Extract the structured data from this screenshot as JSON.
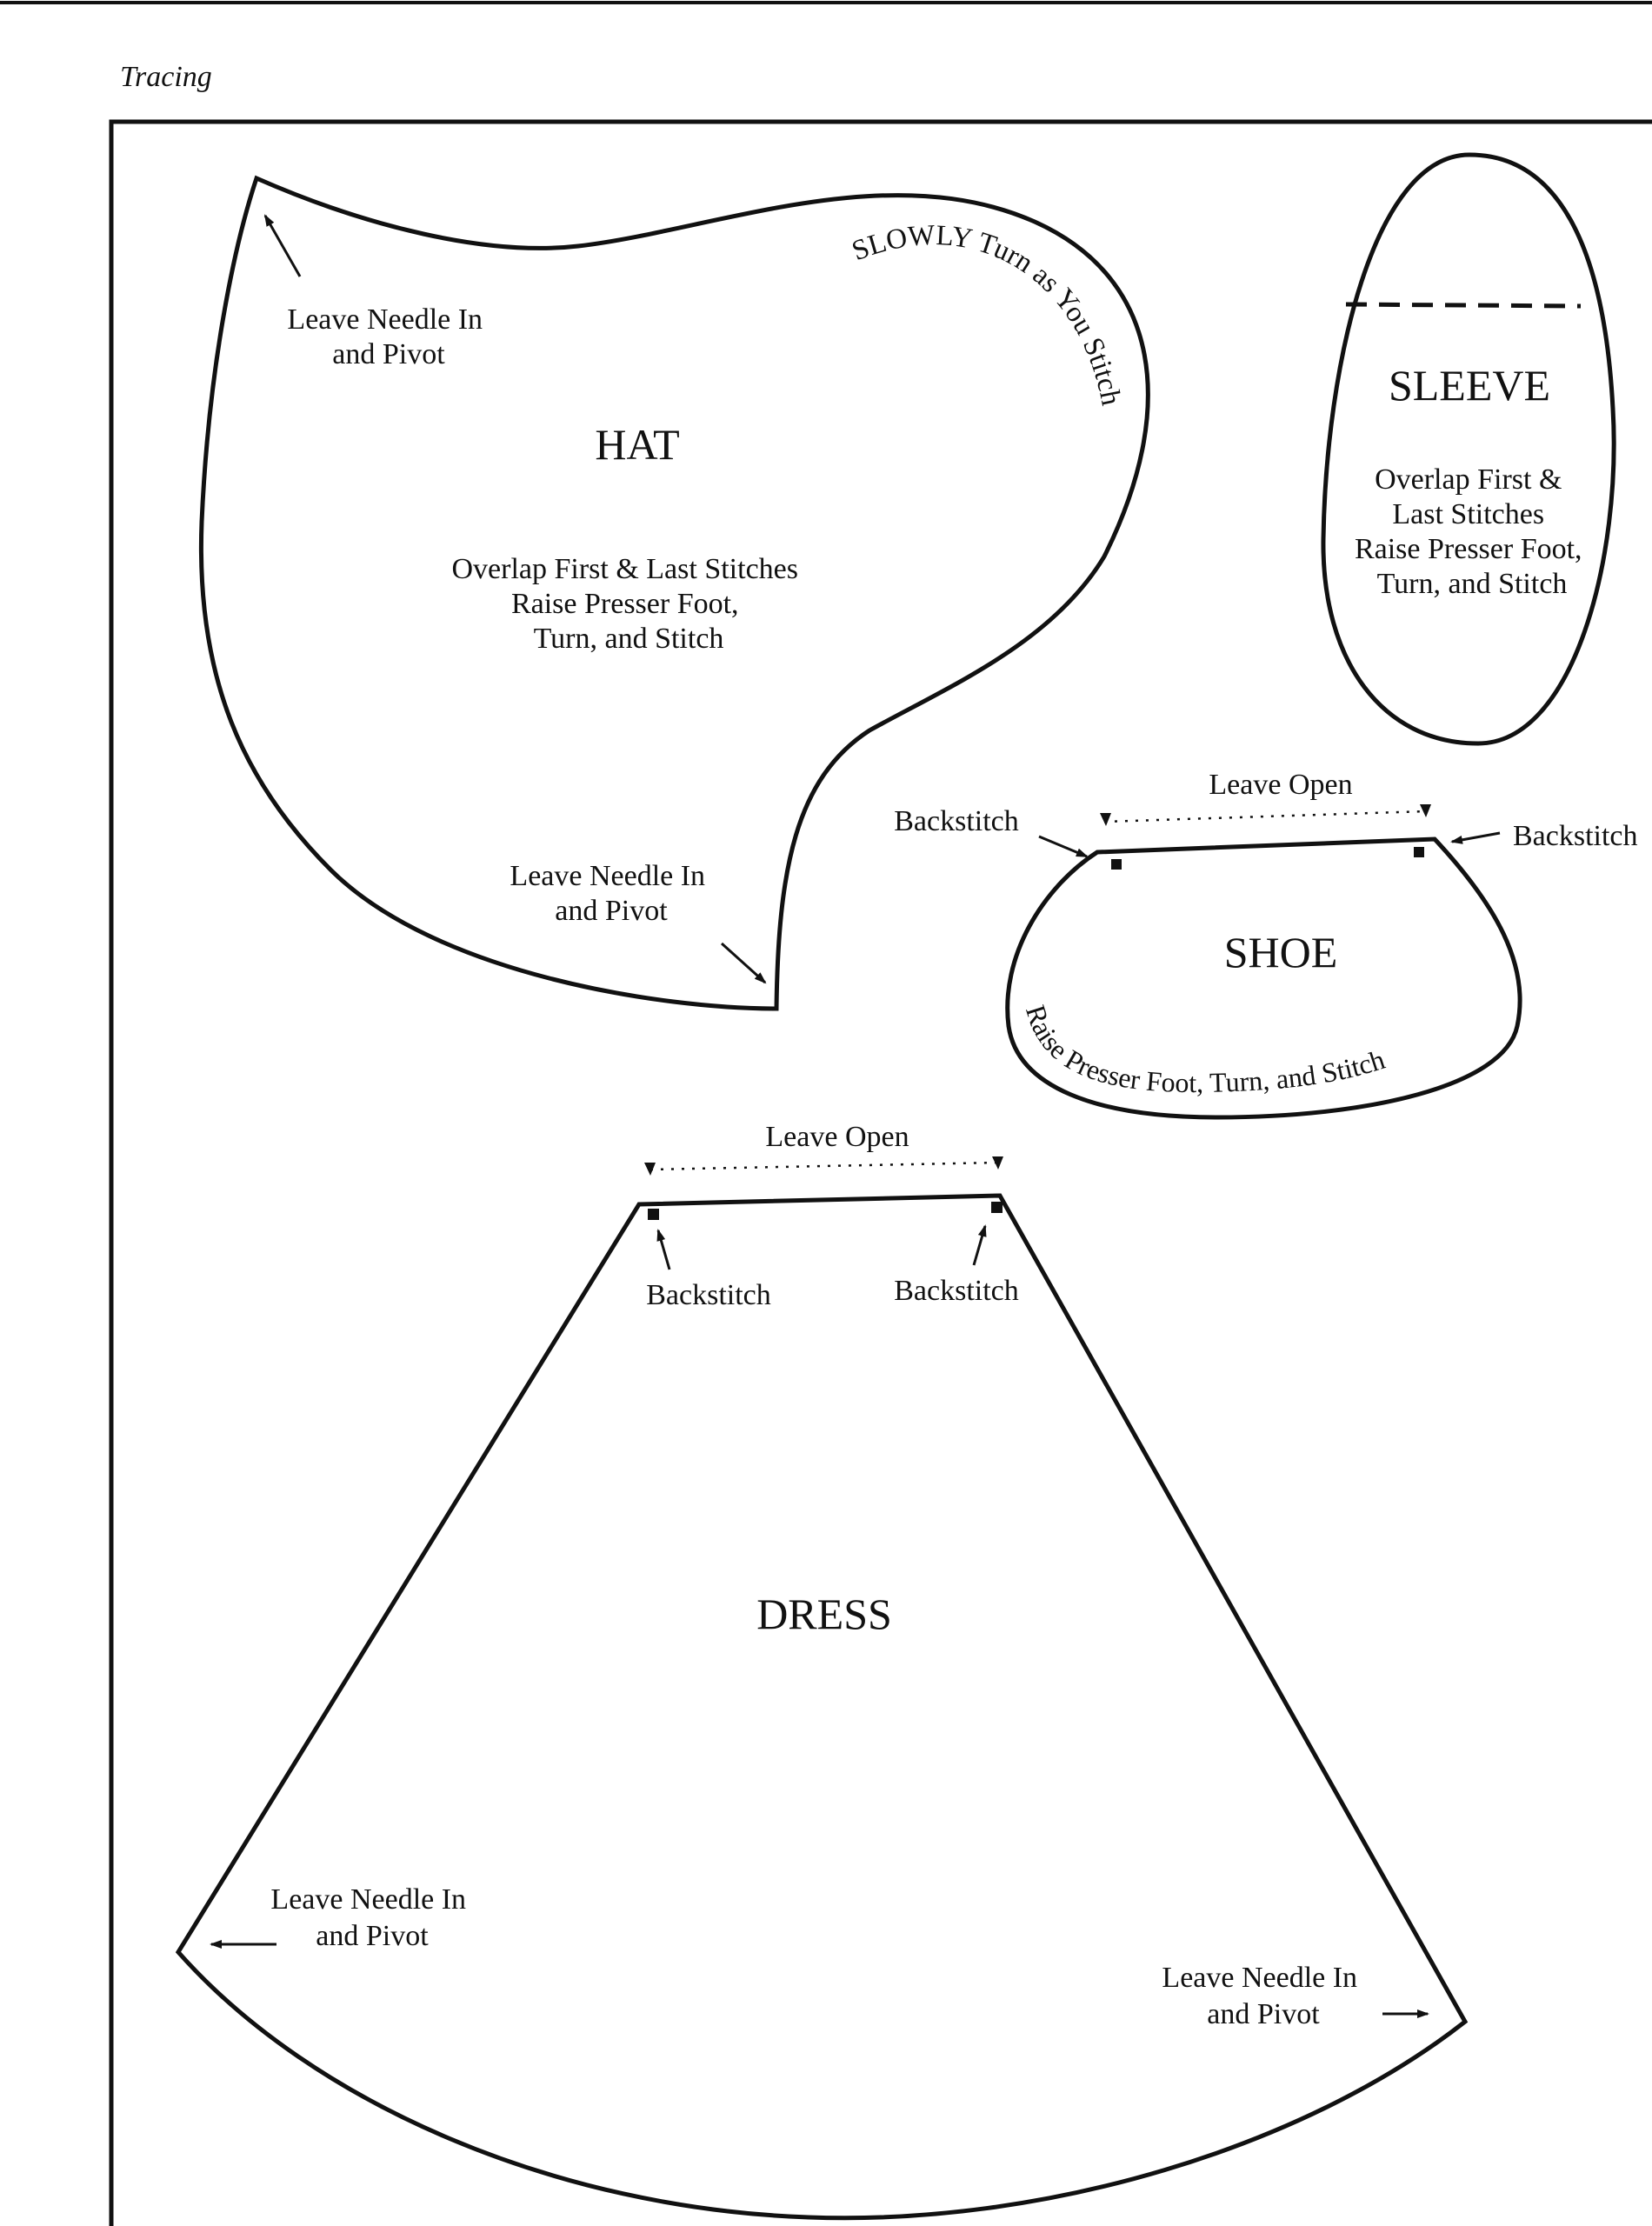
{
  "header": {
    "section": "Tracing"
  },
  "hat": {
    "title": "HAT",
    "pivot_top": [
      "Leave Needle In",
      "and Pivot"
    ],
    "curve_note": "SLOWLY Turn as You Stitch",
    "instructions": [
      "Overlap First & Last Stitches",
      "Raise Presser Foot,",
      "Turn, and Stitch"
    ],
    "pivot_bottom": [
      "Leave Needle In",
      "and Pivot"
    ]
  },
  "sleeve": {
    "title": "SLEEVE",
    "instructions": [
      "Overlap First &",
      "Last Stitches",
      "Raise Presser Foot,",
      "Turn, and Stitch"
    ]
  },
  "shoe": {
    "title": "SHOE",
    "leave_open": "Leave Open",
    "backstitch_left": "Backstitch",
    "backstitch_right": "Backstitch",
    "curve_note": "Raise Presser Foot, Turn, and Stitch"
  },
  "dress": {
    "title": "DRESS",
    "leave_open": "Leave Open",
    "backstitch_left": "Backstitch",
    "backstitch_right": "Backstitch",
    "pivot_left": [
      "Leave Needle In",
      "and Pivot"
    ],
    "pivot_right": [
      "Leave Needle In",
      "and Pivot"
    ]
  },
  "colors": {
    "ink": "#111111",
    "paper": "#ffffff"
  }
}
